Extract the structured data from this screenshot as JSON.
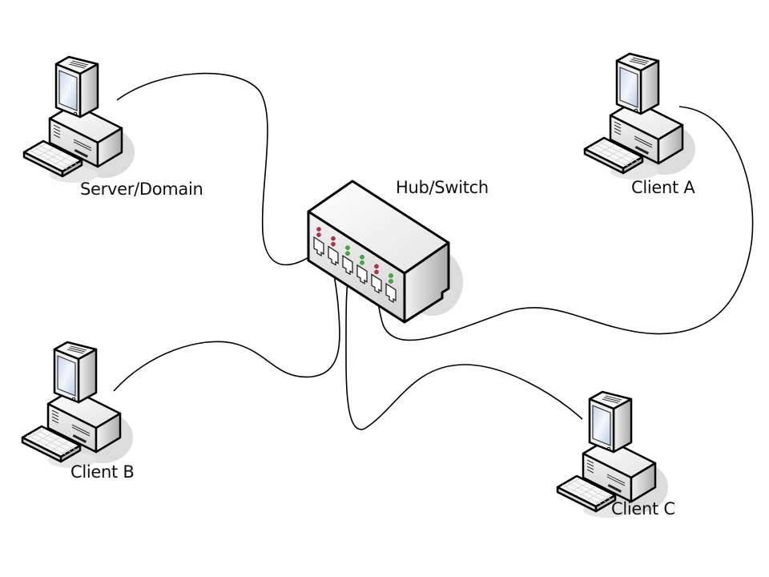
{
  "diagram": {
    "title": "",
    "type": "network-topology",
    "hub": {
      "label": "Hub/Switch",
      "port_count": 6,
      "ports": [
        {
          "index": 1,
          "leds": [
            "red",
            "red"
          ],
          "connected_to": "Server/Domain"
        },
        {
          "index": 2,
          "leds": [
            "red",
            "red"
          ],
          "connected_to": "Client B"
        },
        {
          "index": 3,
          "leds": [
            "green",
            "green"
          ],
          "connected_to": "Client C"
        },
        {
          "index": 4,
          "leds": [
            "green",
            "green"
          ],
          "connected_to": null
        },
        {
          "index": 5,
          "leds": [
            "red",
            "red"
          ],
          "connected_to": "Client A"
        },
        {
          "index": 6,
          "leds": [
            "green",
            "green"
          ],
          "connected_to": null
        }
      ]
    },
    "nodes": [
      {
        "id": "server",
        "label": "Server/Domain",
        "icon": "desktop-computer-icon"
      },
      {
        "id": "client-a",
        "label": "Client A",
        "icon": "desktop-computer-icon"
      },
      {
        "id": "client-b",
        "label": "Client B",
        "icon": "desktop-computer-icon"
      },
      {
        "id": "client-c",
        "label": "Client C",
        "icon": "desktop-computer-icon"
      }
    ],
    "edges": [
      {
        "from": "server",
        "to": "hub",
        "port": 1
      },
      {
        "from": "client-b",
        "to": "hub",
        "port": 2
      },
      {
        "from": "client-c",
        "to": "hub",
        "port": 3
      },
      {
        "from": "client-a",
        "to": "hub",
        "port": 5
      }
    ],
    "colors": {
      "led_red": "#c8283a",
      "led_green": "#2eb82e",
      "outline": "#000000",
      "screen": "#dbe6f5",
      "shadow": "#dcdcdc"
    }
  }
}
